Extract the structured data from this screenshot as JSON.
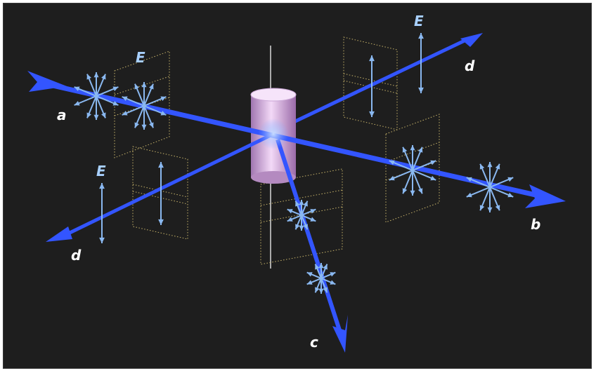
{
  "labels": {
    "ray_a": "a",
    "ray_b": "b",
    "ray_c": "c",
    "ray_d_upper": "d",
    "ray_d_lower": "d",
    "field_e_left": "E",
    "field_e_upper_right": "E",
    "field_e_lower_left": "E"
  },
  "colors": {
    "background": "#1e1e1e",
    "beam": "#3355ff",
    "field_arrow": "#8ab8f0",
    "panel_outline": "#c8b46a",
    "cylinder": "#d8a8e0",
    "axis_line": "#d8d8d8",
    "ray_label": "#ffffff",
    "field_label": "#a8d0ff"
  },
  "icons": {
    "unpolarized_symbol": "star-of-arrows",
    "polarized_symbol": "double-headed-arrow",
    "scatterer": "cylinder"
  }
}
